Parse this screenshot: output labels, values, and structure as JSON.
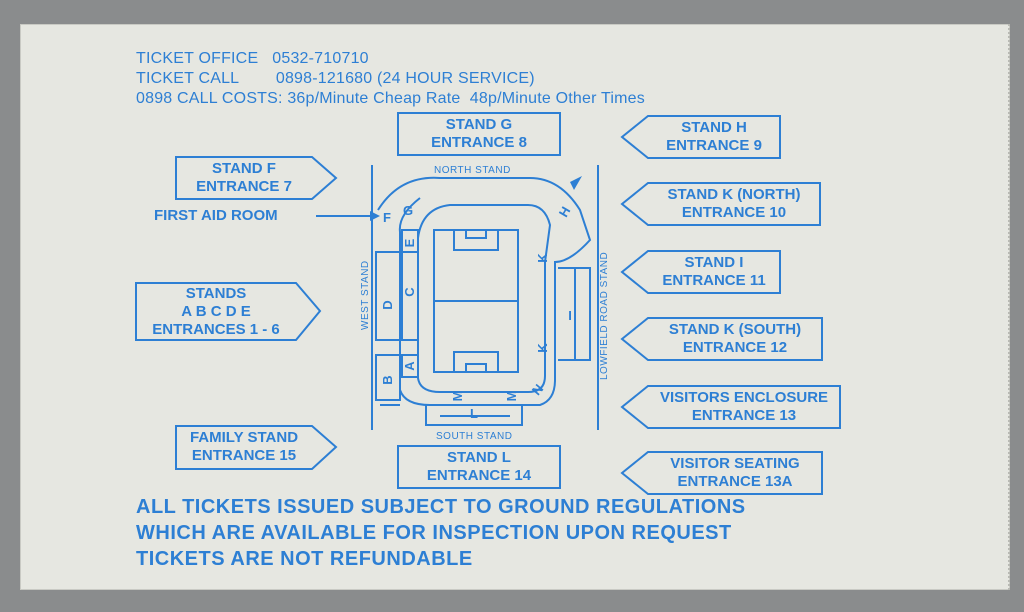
{
  "header": {
    "line1_label": "TICKET OFFICE",
    "line1_value": "0532-710710",
    "line2_label": "TICKET CALL",
    "line2_value": "0898-121680 (24 HOUR SERVICE)",
    "line3": "0898 CALL COSTS: 36p/Minute Cheap Rate  48p/Minute Other Times"
  },
  "callouts": {
    "stand_g": [
      "STAND G",
      "ENTRANCE 8"
    ],
    "stand_h": [
      "STAND H",
      "ENTRANCE 9"
    ],
    "stand_f": [
      "STAND F",
      "ENTRANCE 7"
    ],
    "first_aid": "FIRST AID ROOM",
    "stand_k_north": [
      "STAND K (NORTH)",
      "ENTRANCE 10"
    ],
    "stand_i": [
      "STAND I",
      "ENTRANCE 11"
    ],
    "stands_abcde": [
      "STANDS",
      "A B C D E",
      "ENTRANCES 1 - 6"
    ],
    "stand_k_south": [
      "STAND K (SOUTH)",
      "ENTRANCE 12"
    ],
    "visitors_enclosure": [
      "VISITORS ENCLOSURE",
      "ENTRANCE 13"
    ],
    "family_stand": [
      "FAMILY STAND",
      "ENTRANCE 15"
    ],
    "stand_l": [
      "STAND L",
      "ENTRANCE 14"
    ],
    "visitor_seating": [
      "VISITOR SEATING",
      "ENTRANCE 13A"
    ]
  },
  "map": {
    "north": "NORTH STAND",
    "south": "SOUTH STAND",
    "west": "WEST STAND",
    "east": "LOWFIELD ROAD STAND",
    "letters": {
      "A": "A",
      "B": "B",
      "C": "C",
      "D": "D",
      "E": "E",
      "F": "F",
      "G": "G",
      "H": "H",
      "K1": "K",
      "K2": "K",
      "I": "I",
      "L": "L",
      "M1": "M",
      "M2": "M",
      "N": "N"
    }
  },
  "footer": [
    "ALL TICKETS ISSUED SUBJECT TO GROUND REGULATIONS",
    "WHICH ARE AVAILABLE FOR INSPECTION UPON REQUEST",
    "TICKETS ARE NOT REFUNDABLE"
  ],
  "colors": {
    "ink": "#2d7fd4",
    "paper": "#e6e7e1",
    "background": "#8a8c8d"
  }
}
